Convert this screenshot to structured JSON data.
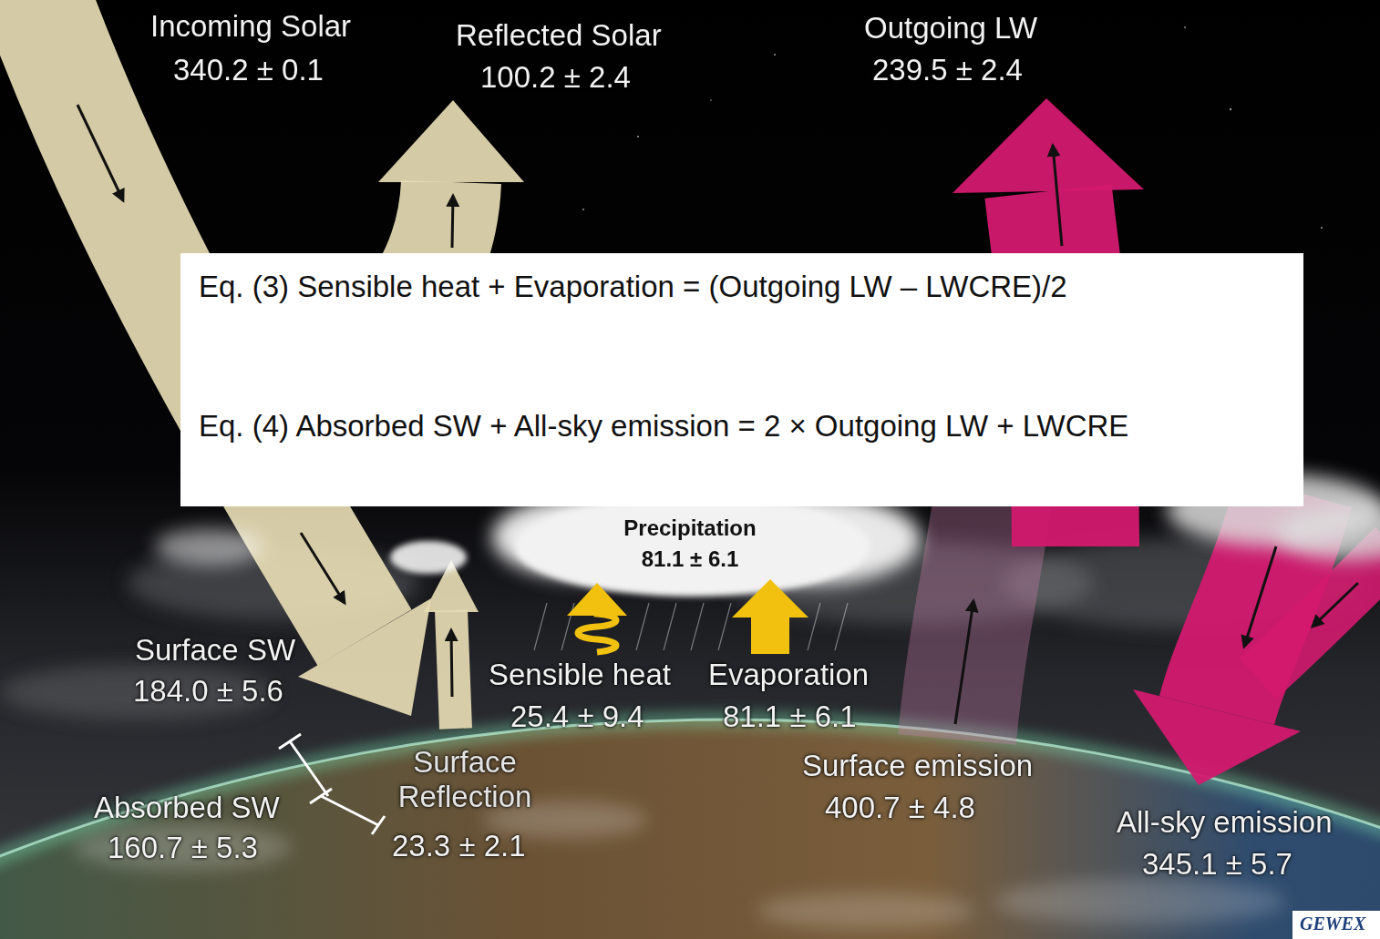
{
  "diagram": {
    "nodes": [
      {
        "text": [
          "Eq. (3) Sensible heat + Evaporation = (Outgoing LW – LWCRE)/2",
          "Eq. (4) Absorbed SW + All-sky emission = 2 × Outgoing LW + LWCRE"
        ]
      }
    ],
    "labels": [
      "Incoming Solar",
      "340.2 ± 0.1",
      "Reflected Solar",
      "100.2 ± 2.4",
      "Outgoing LW",
      "239.5 ± 2.4",
      "Precipitation",
      "81.1 ± 6.1",
      "Surface SW",
      "184.0 ± 5.6",
      "Sensible heat",
      "25.4 ± 9.4",
      "Evaporation",
      "81.1 ± 6.1",
      "Surface Reflection",
      "23.3 ± 2.1",
      "Surface emission",
      "400.7 ± 4.8",
      "Absorbed SW",
      "160.7 ± 5.3",
      "All-sky emission",
      "345.1 ± 5.7",
      "GEWEX"
    ]
  }
}
